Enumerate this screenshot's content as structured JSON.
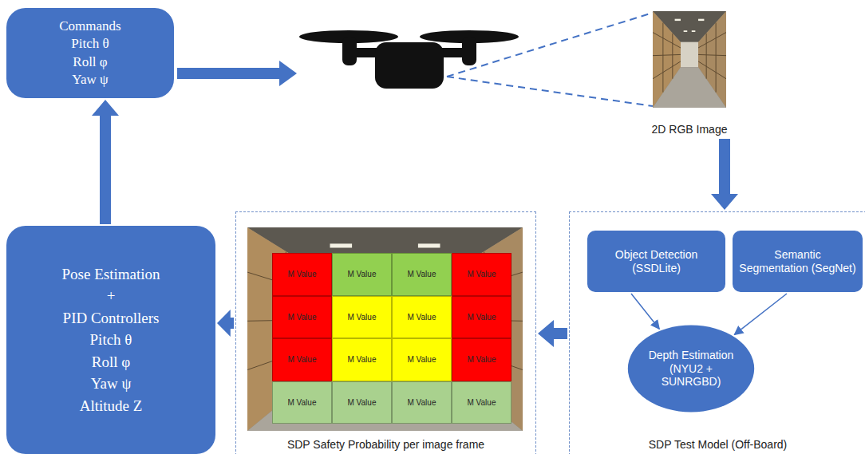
{
  "diagram": {
    "nodes": [
      {
        "text": [
          "Commands",
          "Pitch θ",
          "Roll φ",
          "Yaw ψ"
        ]
      },
      {
        "text": [
          "2D RGB Image"
        ]
      },
      {
        "text": [
          "Pose Estimation",
          "+",
          "PID Controllers",
          "Pitch θ",
          "Roll φ",
          "Yaw ψ",
          "Altitude Z"
        ]
      },
      {
        "text": [
          "SDP Safety Probability per image frame"
        ]
      },
      {
        "text": [
          "M Value"
        ],
        "in": 3
      },
      {
        "text": [
          "M Value"
        ],
        "in": 3
      },
      {
        "text": [
          "M Value"
        ],
        "in": 3
      },
      {
        "text": [
          "M Value"
        ],
        "in": 3
      },
      {
        "text": [
          "M Value"
        ],
        "in": 3
      },
      {
        "text": [
          "M Value"
        ],
        "in": 3
      },
      {
        "text": [
          "M Value"
        ],
        "in": 3
      },
      {
        "text": [
          "M Value"
        ],
        "in": 3
      },
      {
        "text": [
          "M Value"
        ],
        "in": 3
      },
      {
        "text": [
          "M Value"
        ],
        "in": 3
      },
      {
        "text": [
          "M Value"
        ],
        "in": 3
      },
      {
        "text": [
          "M Value"
        ],
        "in": 3
      },
      {
        "text": [
          "M Value"
        ],
        "in": 3
      },
      {
        "text": [
          "M Value"
        ],
        "in": 3
      },
      {
        "text": [
          "M Value"
        ],
        "in": 3
      },
      {
        "text": [
          "M Value"
        ],
        "in": 3
      },
      {
        "text": [
          "SDP Test Model (Off-Board)"
        ]
      },
      {
        "text": [
          "Object Detection (SSDLite)"
        ],
        "in": 20
      },
      {
        "text": [
          "Semantic Segmentation (SegNet)"
        ],
        "in": 20
      },
      {
        "text": [
          "Depth Estimation (NYU2 + SUNRGBD)"
        ],
        "in": 20
      }
    ],
    "edges": [
      {
        "from": 1,
        "to": 20,
        "arrow": "to"
      },
      {
        "from": 20,
        "to": 3,
        "arrow": "to"
      },
      {
        "from": 3,
        "to": 2,
        "arrow": "to"
      },
      {
        "from": 2,
        "to": 0,
        "arrow": "to"
      },
      {
        "from": 21,
        "to": 23,
        "arrow": "to"
      },
      {
        "from": 22,
        "to": 23,
        "arrow": "to"
      }
    ]
  }
}
